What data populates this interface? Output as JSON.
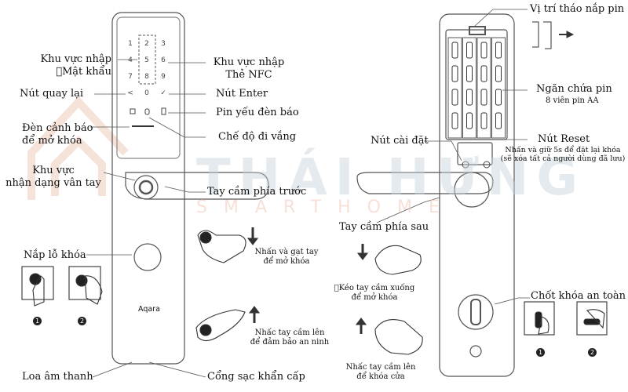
{
  "watermark": {
    "brand": "THÁI HƯNG",
    "tagline": "SMARTHOME"
  },
  "front": {
    "keypad_digits": [
      "1",
      "2",
      "3",
      "4",
      "5",
      "6",
      "7",
      "8",
      "9",
      "<",
      "0",
      "✓"
    ],
    "brand": "Aqara",
    "labels": {
      "password_area": "Khu vực nhập\n\u0000Mật khẩu",
      "nfc_area": "Khu vực nhập\nThẻ NFC",
      "back_key": "Nút quay lại",
      "enter_key": "Nút Enter",
      "low_battery": "Pin yếu đèn báo",
      "unlock_alert": "Đèn cảnh báo\nđể mở khóa",
      "away_mode": "Chế độ đi vắng",
      "fingerprint": "Khu vực\nnhận dạng vân tay",
      "front_handle": "Tay cầm phía trước",
      "keyhole_cover": "Nắp lỗ khóa",
      "press_pull": "Nhấn và gạt tay\nđể mở khóa",
      "lift_handle": "Nhấc tay cầm lên\nđể đảm bảo an ninh",
      "speaker": "Loa âm thanh",
      "emergency_port": "Cổng sạc khẩn cấp"
    },
    "step_badges": [
      "1",
      "2"
    ]
  },
  "back": {
    "labels": {
      "battery_cover": "Vị trí tháo nắp pin",
      "battery_compartment": "Ngăn chứa pin",
      "battery_spec": "8 viên pin AA",
      "setup_button": "Nút cài đặt",
      "reset_button": "Nút Reset",
      "reset_hint": "Nhấn và giữ 5s để đặt lại khóa\n(sẽ xóa tất cả người dùng đã lưu)",
      "back_handle": "Tay cầm phía sau",
      "pull_down": "\u0000Kéo tay cầm xuống\nđể mở khóa",
      "lift_lock": "Nhấc tay cầm lên\nđể khóa cửa",
      "safety_latch": "Chốt khóa an toàn"
    },
    "step_badges": [
      "1",
      "2"
    ]
  }
}
